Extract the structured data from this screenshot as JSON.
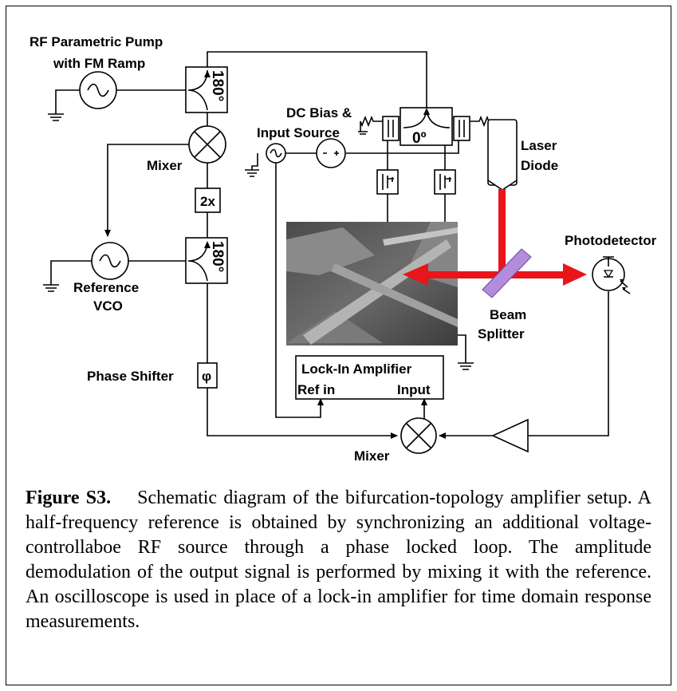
{
  "diagram": {
    "labels": {
      "rf_pump_line1": "RF Parametric Pump",
      "rf_pump_line2": "with FM Ramp",
      "splitter1_angle": "180°",
      "splitter2_angle": "180°",
      "splitter3_angle": "0º",
      "mixer_top": "Mixer",
      "doubler": "2x",
      "reference_line1": "Reference",
      "reference_line2": "VCO",
      "phase_shifter": "Phase Shifter",
      "phi": "φ",
      "dc_bias_line1": "DC Bias &",
      "dc_bias_line2": "Input Source",
      "laser_line1": "Laser",
      "laser_line2": "Diode",
      "photodetector": "Photodetector",
      "beam_line1": "Beam",
      "beam_line2": "Splitter",
      "lockin_title": "Lock-In Amplifier",
      "lockin_ref": "Ref in",
      "lockin_input": "Input",
      "mixer_bottom": "Mixer"
    },
    "colors": {
      "laser_beam": "#e8151b",
      "beam_splitter": "#b48cdc",
      "sem_image": "#6e6e6e"
    }
  },
  "caption": {
    "label": "Figure S3.",
    "text": "Schematic diagram of the bifurcation-topology amplifier setup. A half-frequency reference is obtained by synchronizing an additional voltage-controllaboe RF source through a phase locked loop. The amplitude demodulation of the output signal is performed by mixing it with the reference. An oscilloscope is used in place of a lock-in amplifier for time domain response measurements."
  }
}
